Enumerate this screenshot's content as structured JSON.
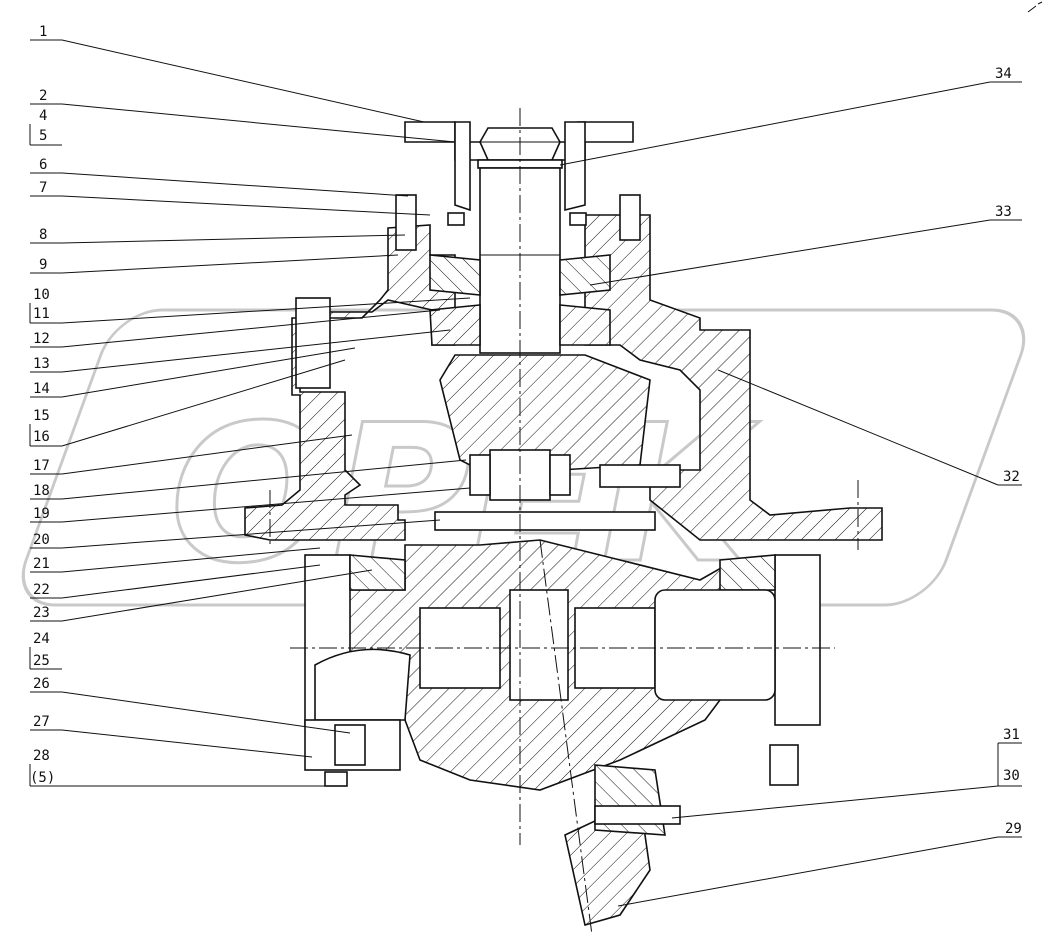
{
  "watermark_text": "OPEK",
  "callouts": {
    "left": [
      "1",
      "2",
      "4",
      "5",
      "6",
      "7",
      "8",
      "9",
      "10",
      "11",
      "12",
      "13",
      "14",
      "15",
      "16",
      "17",
      "18",
      "19",
      "20",
      "21",
      "22",
      "23",
      "24",
      "25",
      "26",
      "27",
      "28",
      "(5)"
    ],
    "right": [
      "34",
      "33",
      "32",
      "31",
      "30",
      "29"
    ]
  }
}
